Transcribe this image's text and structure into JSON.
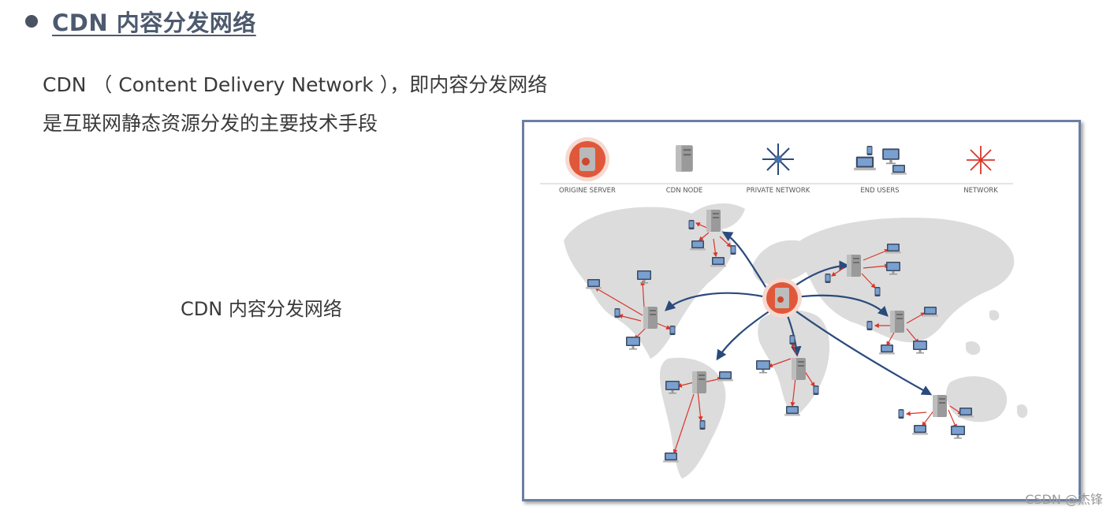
{
  "heading": {
    "text": "CDN 内容分发网络"
  },
  "description": {
    "line1": "CDN （ Content Delivery Network ），即内容分发网络",
    "line2": "是互联网静态资源分发的主要技术手段"
  },
  "caption": "CDN 内容分发网络",
  "figure": {
    "legend": {
      "origin_server": "ORIGINE SERVER",
      "cdn_node": "CDN NODE",
      "private_network": "PRIVATE NETWORK",
      "end_users": "END USERS",
      "network": "NETWORK"
    }
  },
  "watermark": "CSDN @杰锋",
  "colors": {
    "heading": "#4d5a6e",
    "origin_red": "#e0583a",
    "arrow_blue": "#2b4a7c",
    "user_link_red": "#d9362b",
    "map_gray": "#dcdcdc",
    "frame_border": "#6a7fa3"
  }
}
